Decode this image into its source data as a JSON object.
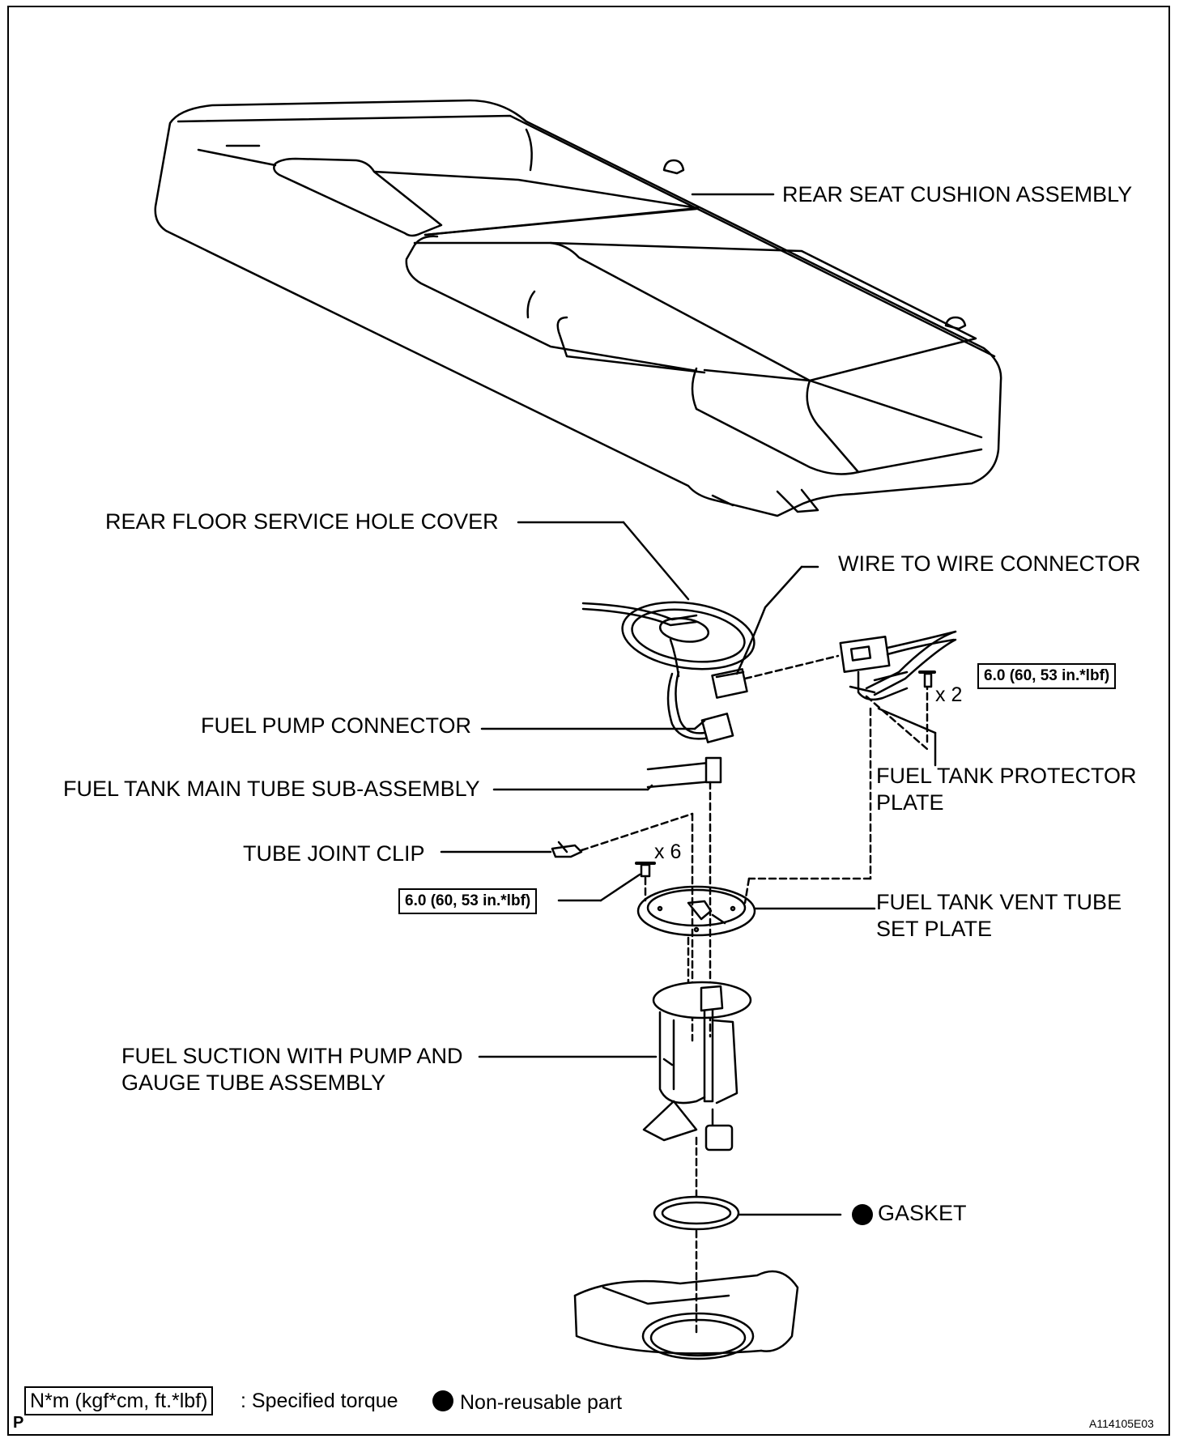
{
  "labels": {
    "rear_seat_cushion": "REAR SEAT CUSHION ASSEMBLY",
    "rear_floor_service_hole_cover": "REAR FLOOR SERVICE HOLE COVER",
    "wire_to_wire_connector": "WIRE TO WIRE CONNECTOR",
    "fuel_pump_connector": "FUEL PUMP CONNECTOR",
    "fuel_tank_main_tube": "FUEL TANK MAIN TUBE SUB-ASSEMBLY",
    "fuel_tank_protector_plate_1": "FUEL TANK PROTECTOR",
    "fuel_tank_protector_plate_2": "PLATE",
    "tube_joint_clip": "TUBE JOINT CLIP",
    "fuel_tank_vent_tube_1": "FUEL TANK VENT TUBE",
    "fuel_tank_vent_tube_2": "SET PLATE",
    "fuel_suction_1": "FUEL SUCTION WITH PUMP AND",
    "fuel_suction_2": "GAUGE TUBE ASSEMBLY",
    "gasket": "GASKET"
  },
  "torque": {
    "protector_plate": "6.0 (60, 53 in.*lbf)",
    "set_plate": "6.0 (60, 53 in.*lbf)"
  },
  "quantities": {
    "protector_bolts": "x 2",
    "set_plate_bolts": "x 6"
  },
  "legend": {
    "torque_box": "N*m (kgf*cm, ft.*lbf)",
    "torque_text": ": Specified torque",
    "nonreusable_text": "Non-reusable part"
  },
  "corner": {
    "left_mark": "P",
    "figure_id": "A114105E03"
  }
}
